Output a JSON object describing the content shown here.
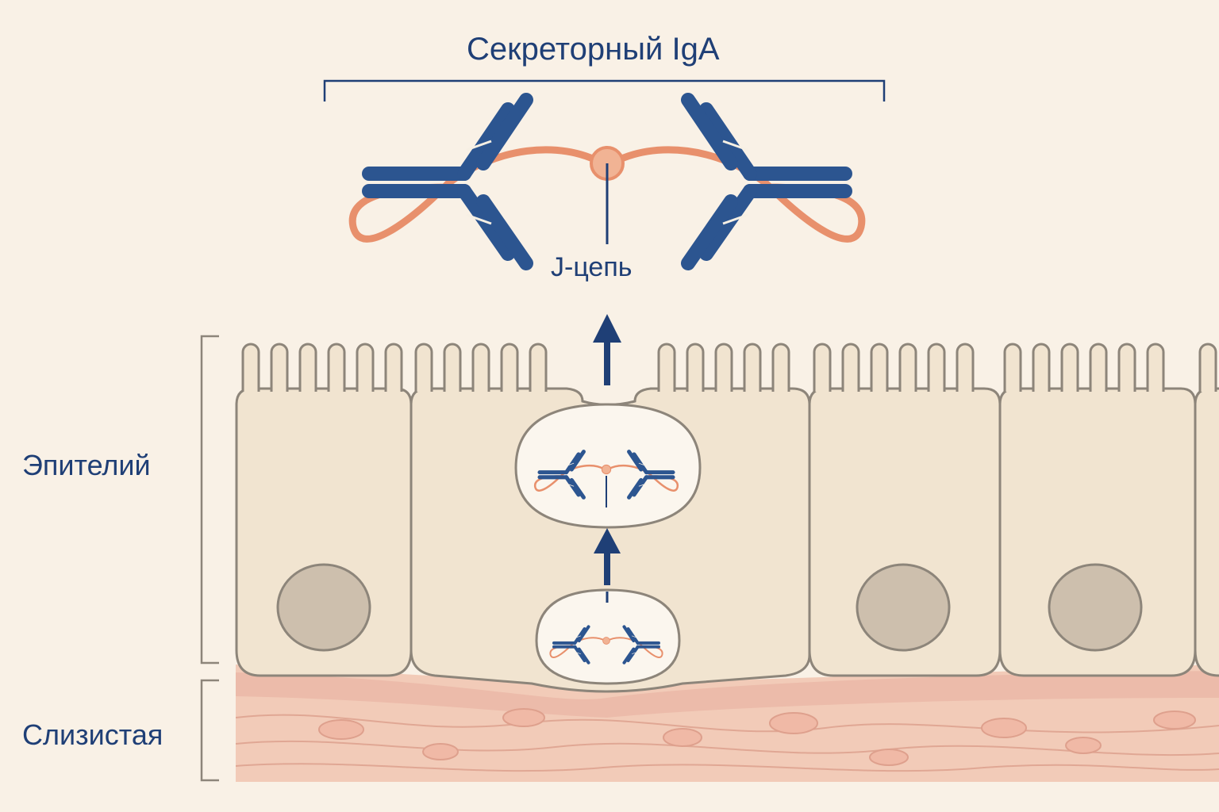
{
  "labels": {
    "title": "Секреторный IgA",
    "j_chain": "J-цепь",
    "epithelium": "Эпителий",
    "mucosa": "Слизистая"
  },
  "colors": {
    "background": "#f9f1e6",
    "antibody_blue": "#2c5590",
    "secretory_component": "#e8906c",
    "j_chain_node": "#f1b394",
    "cell_fill": "#f1e4d0",
    "cell_outline": "#8d857a",
    "nucleus_fill": "#cdbfad",
    "mucosa_fill": "#f2cbb8",
    "label_text": "#1f3f76"
  },
  "icons": {
    "arrow": "up-arrow-icon",
    "antibody": "secretory-iga-icon"
  }
}
